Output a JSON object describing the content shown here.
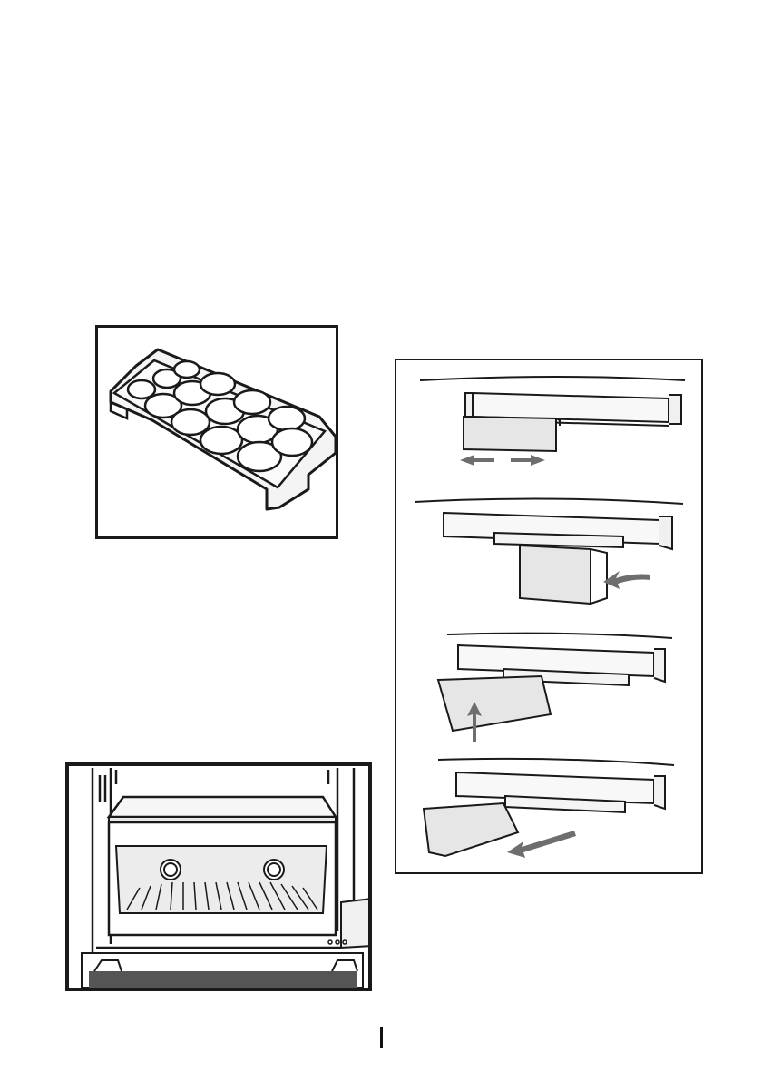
{
  "document": {
    "figures": [
      {
        "id": "egg-tray",
        "description_icon": "egg-tray-icon"
      },
      {
        "id": "freezer-compartment",
        "description_icon": "freezer-drawer-icon"
      },
      {
        "id": "door-shelf-steps",
        "description_icon": "door-shelf-icon",
        "steps": 4
      }
    ]
  },
  "colors": {
    "ink": "#1a1a1a",
    "tray_fill": "#f4f4f4",
    "drawer_fill": "#e6e6e6",
    "arrow": "#6e6e6e"
  }
}
